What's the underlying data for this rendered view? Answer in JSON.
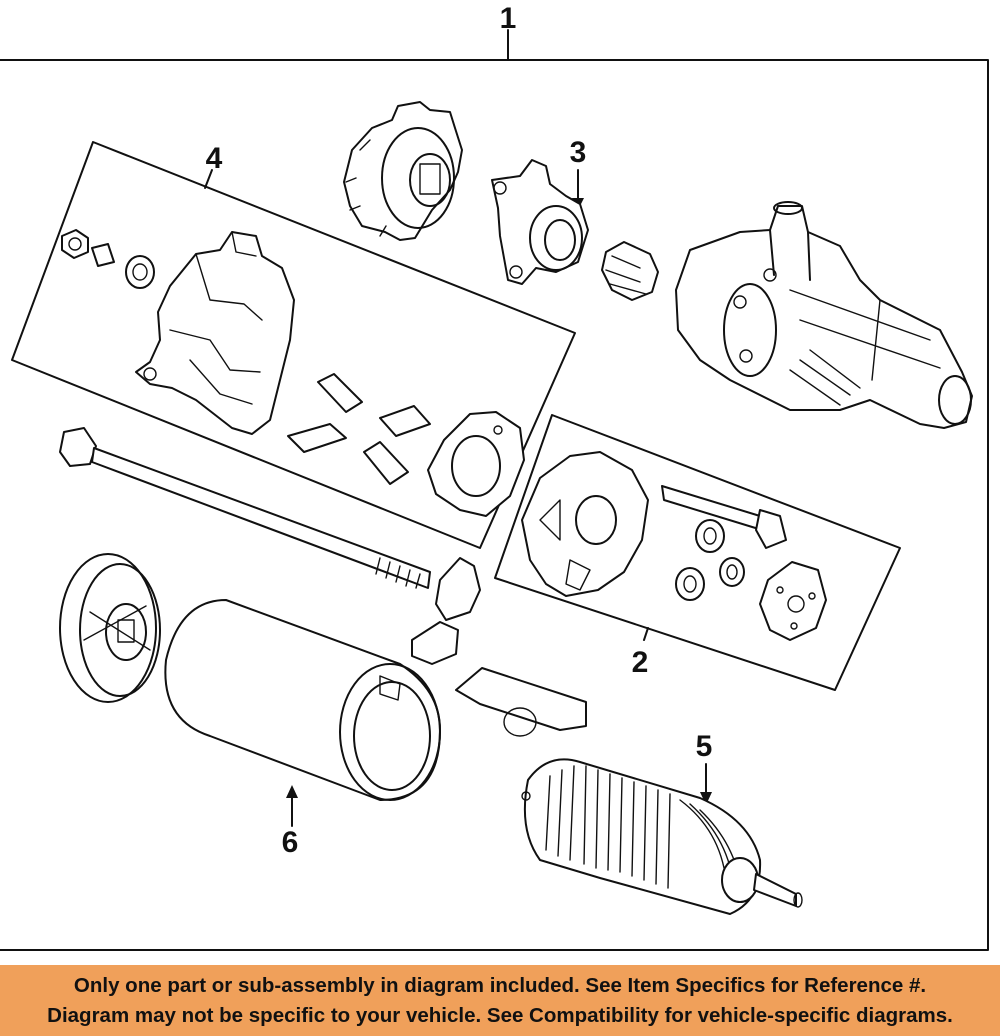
{
  "callouts": {
    "c1": "1",
    "c2": "2",
    "c3": "3",
    "c4": "4",
    "c5": "5",
    "c6": "6"
  },
  "banner": {
    "line1": "Only one part or sub-assembly in diagram included. See Item Specifics for Reference #.",
    "line2": "Diagram may not be specific to your vehicle. See Compatibility for vehicle-specific diagrams."
  },
  "colors": {
    "banner_bg": "#f0a05a",
    "line": "#111111",
    "background": "#ffffff"
  }
}
